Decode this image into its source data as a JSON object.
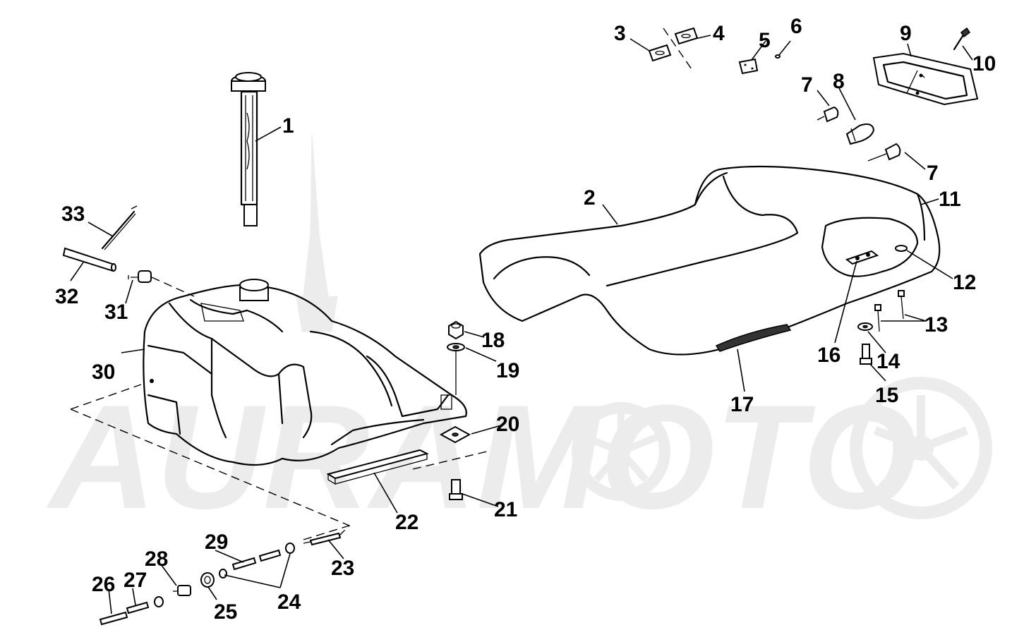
{
  "callouts": [
    "1",
    "2",
    "3",
    "4",
    "5",
    "6",
    "7",
    "7",
    "8",
    "9",
    "10",
    "11",
    "12",
    "13",
    "14",
    "15",
    "16",
    "17",
    "18",
    "19",
    "20",
    "21",
    "22",
    "23",
    "24",
    "25",
    "26",
    "27",
    "28",
    "29",
    "30",
    "31",
    "32",
    "33"
  ],
  "watermark": {
    "text": "AURAMOTO"
  },
  "colors": {
    "line": "#000000",
    "watermark": "#ececec",
    "background": "#ffffff"
  }
}
